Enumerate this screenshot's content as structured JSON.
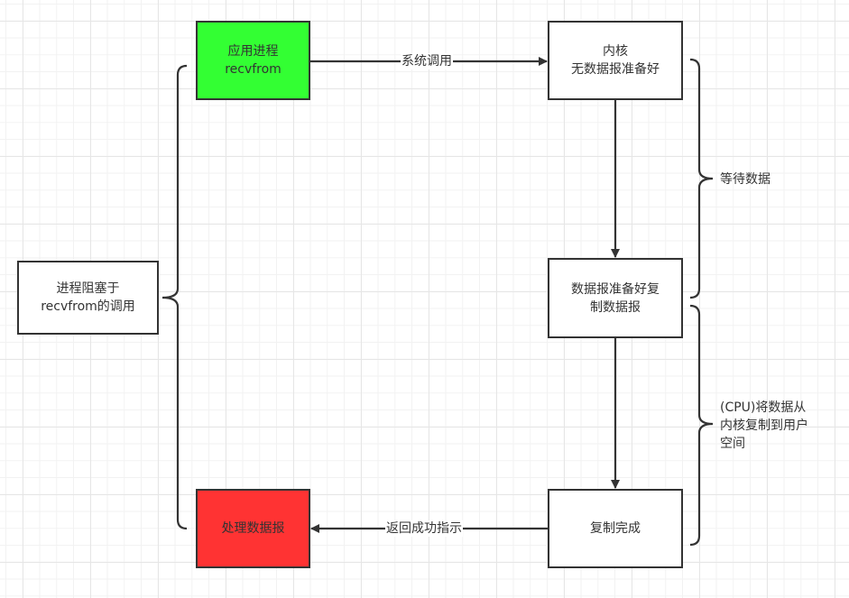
{
  "colors": {
    "stroke": "#333333",
    "app_process_fill": "#33ff33",
    "handle_fill": "#ff3333",
    "default_fill": "#ffffff"
  },
  "nodes": {
    "app_process": "应用进程\nrecvfrom",
    "kernel_no_data": "内核\n无数据报准备好",
    "data_ready": "数据报准备好复\n制数据报",
    "copy_done": "复制完成",
    "handle_data": "处理数据报",
    "blocked": "进程阻塞于\nrecvfrom的调用"
  },
  "edges": {
    "syscall": "系统调用",
    "return_success": "返回成功指示"
  },
  "braces": {
    "waiting": "等待数据",
    "copying": "(CPU)将数据从\n内核复制到用户\n空间"
  }
}
